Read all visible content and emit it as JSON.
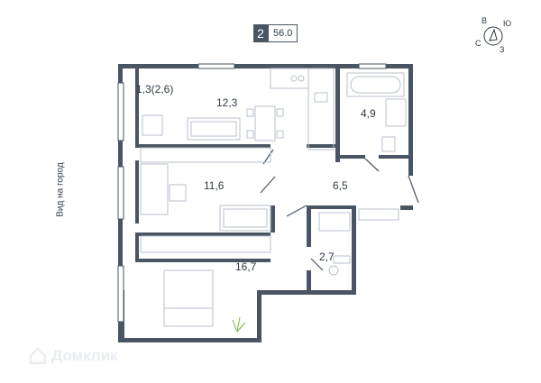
{
  "badge": {
    "rooms": "2",
    "area": "56.0"
  },
  "side_label": "Вид на город",
  "compass": {
    "n": "В",
    "e": "Ю",
    "s": "З",
    "w": "С"
  },
  "rooms": [
    {
      "id": "balcony",
      "area": "1,3(2,6)"
    },
    {
      "id": "kitchen",
      "area": "12,3"
    },
    {
      "id": "bathroom",
      "area": "4,9"
    },
    {
      "id": "hall",
      "area": "6,5"
    },
    {
      "id": "living",
      "area": "11,6"
    },
    {
      "id": "wc",
      "area": "2,7"
    },
    {
      "id": "bedroom",
      "area": "16,7"
    }
  ],
  "watermark": "Домклик",
  "colors": {
    "wall": "#4a5563",
    "furniture": "#b8c2cc",
    "text": "#2f3a46",
    "watermark": "#e9edf1"
  }
}
